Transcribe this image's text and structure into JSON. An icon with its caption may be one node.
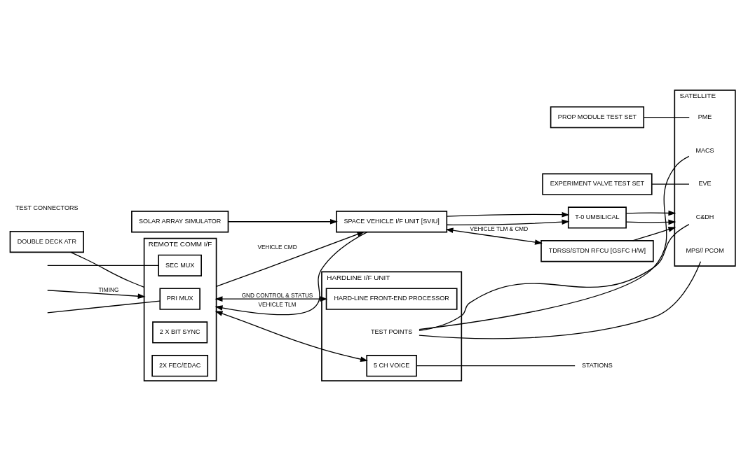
{
  "diagram": {
    "nodes": [
      {
        "text": [
          "REMOTE COMM I/F"
        ]
      },
      {
        "text": [
          "PRI MUX"
        ],
        "in": 0
      },
      {
        "text": [
          "SEC MUX"
        ],
        "in": 0
      },
      {
        "text": [
          "2 X BIT SYNC"
        ],
        "in": 0
      },
      {
        "text": [
          "2X FEC/EDAC"
        ],
        "in": 0
      },
      {
        "text": [
          "SPACE VEHICLE I/F UNIT [SVIU]"
        ]
      },
      {
        "text": [
          "SOLAR ARRAY SIMULATOR"
        ]
      },
      {
        "text": [
          "T-0 UMBILICAL"
        ]
      },
      {
        "text": [
          "TDRSS/STDN RFCU [GSFC H/W]"
        ]
      },
      {
        "text": [
          "SATELLITE"
        ]
      },
      {
        "text": [
          "C&DH"
        ],
        "in": 9
      },
      {
        "text": [
          "MACS"
        ],
        "in": 9
      },
      {
        "text": [
          "MPS// PCOM"
        ],
        "in": 9
      },
      {
        "text": [
          "PME"
        ],
        "in": 9
      },
      {
        "text": [
          "EVE"
        ],
        "in": 9
      },
      {
        "text": [
          "HARDLINE I/F UNIT"
        ]
      },
      {
        "text": [
          "HARD-LINE FRONT-END PROCESSOR"
        ],
        "in": 15
      },
      {
        "text": [
          "TEST POINTS"
        ],
        "in": 15
      },
      {
        "text": [
          "5 CH VOICE"
        ],
        "in": 15
      },
      {
        "text": [
          "PROP MODULE TEST SET"
        ]
      },
      {
        "text": [
          "EXPERIMENT VALVE TEST SET"
        ]
      },
      {
        "text": [
          "DOUBLE DECK ATR"
        ]
      },
      {
        "text": [
          "STATIONS"
        ]
      }
    ],
    "edges": [
      {
        "from": 0,
        "to": 5,
        "arrow": "to",
        "label": "VEHICLE CMD"
      },
      {
        "from": 5,
        "to": 0,
        "arrow": "to",
        "label": "VEHICLE TLM"
      },
      {
        "from": 6,
        "to": 5,
        "arrow": "to"
      },
      {
        "from": 5,
        "to": 7,
        "arrow": "to"
      },
      {
        "from": 5,
        "to": 7,
        "arrow": "to"
      },
      {
        "from": 7,
        "to": 9,
        "arrow": "to"
      },
      {
        "from": 7,
        "to": 9,
        "arrow": "to"
      },
      {
        "from": 5,
        "to": 8,
        "arrow": "both",
        "label": "VEHICLE TLM & CMD"
      },
      {
        "from": 8,
        "to": 9,
        "arrow": "to"
      },
      {
        "from": null,
        "to": 1,
        "arrow": "none"
      },
      {
        "from": null,
        "to": 2,
        "arrow": "none"
      },
      {
        "from": 0,
        "to": 21,
        "arrow": "none"
      },
      {
        "from": null,
        "to": 0,
        "arrow": "to",
        "label": "TIMING"
      },
      {
        "from": 0,
        "to": 16,
        "arrow": "both",
        "label": "GND CONTROL & STATUS"
      },
      {
        "from": 0,
        "to": 18,
        "arrow": "both"
      },
      {
        "from": 18,
        "to": 22,
        "arrow": "none"
      },
      {
        "from": 17,
        "to": 10,
        "arrow": "none"
      },
      {
        "from": 17,
        "to": 11,
        "arrow": "none"
      },
      {
        "from": 17,
        "to": 12,
        "arrow": "none"
      },
      {
        "from": 19,
        "to": 13,
        "arrow": "none"
      },
      {
        "from": 20,
        "to": 14,
        "arrow": "none"
      }
    ],
    "labels": [
      "TEST CONNECTORS"
    ]
  }
}
